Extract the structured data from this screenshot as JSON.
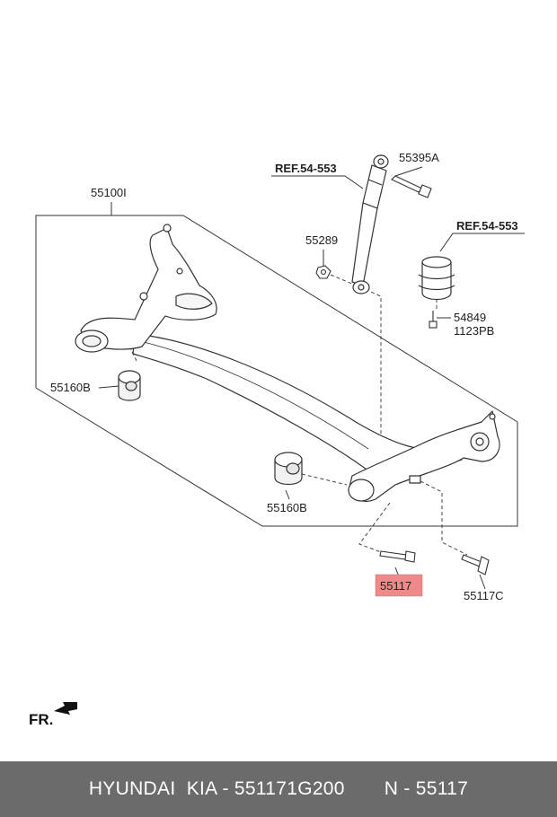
{
  "diagram": {
    "labels": {
      "axle": "55100I",
      "bushing_left": "55160B",
      "bushing_right": "55160B",
      "shock_ref": "REF.54-553",
      "bolt_top": "55395A",
      "nut": "55289",
      "bump_ref": "REF.54-553",
      "bump_bolt_a": "54849",
      "bump_bolt_b": "1123PB",
      "bolt_highlighted": "55117",
      "bolt_c": "55117C"
    },
    "direction": "FR.",
    "highlight_color": "#f08a8a"
  },
  "footer": {
    "part_number": "HYUNDAI  KIA - 551171G200",
    "short_number": "N - 55117"
  }
}
